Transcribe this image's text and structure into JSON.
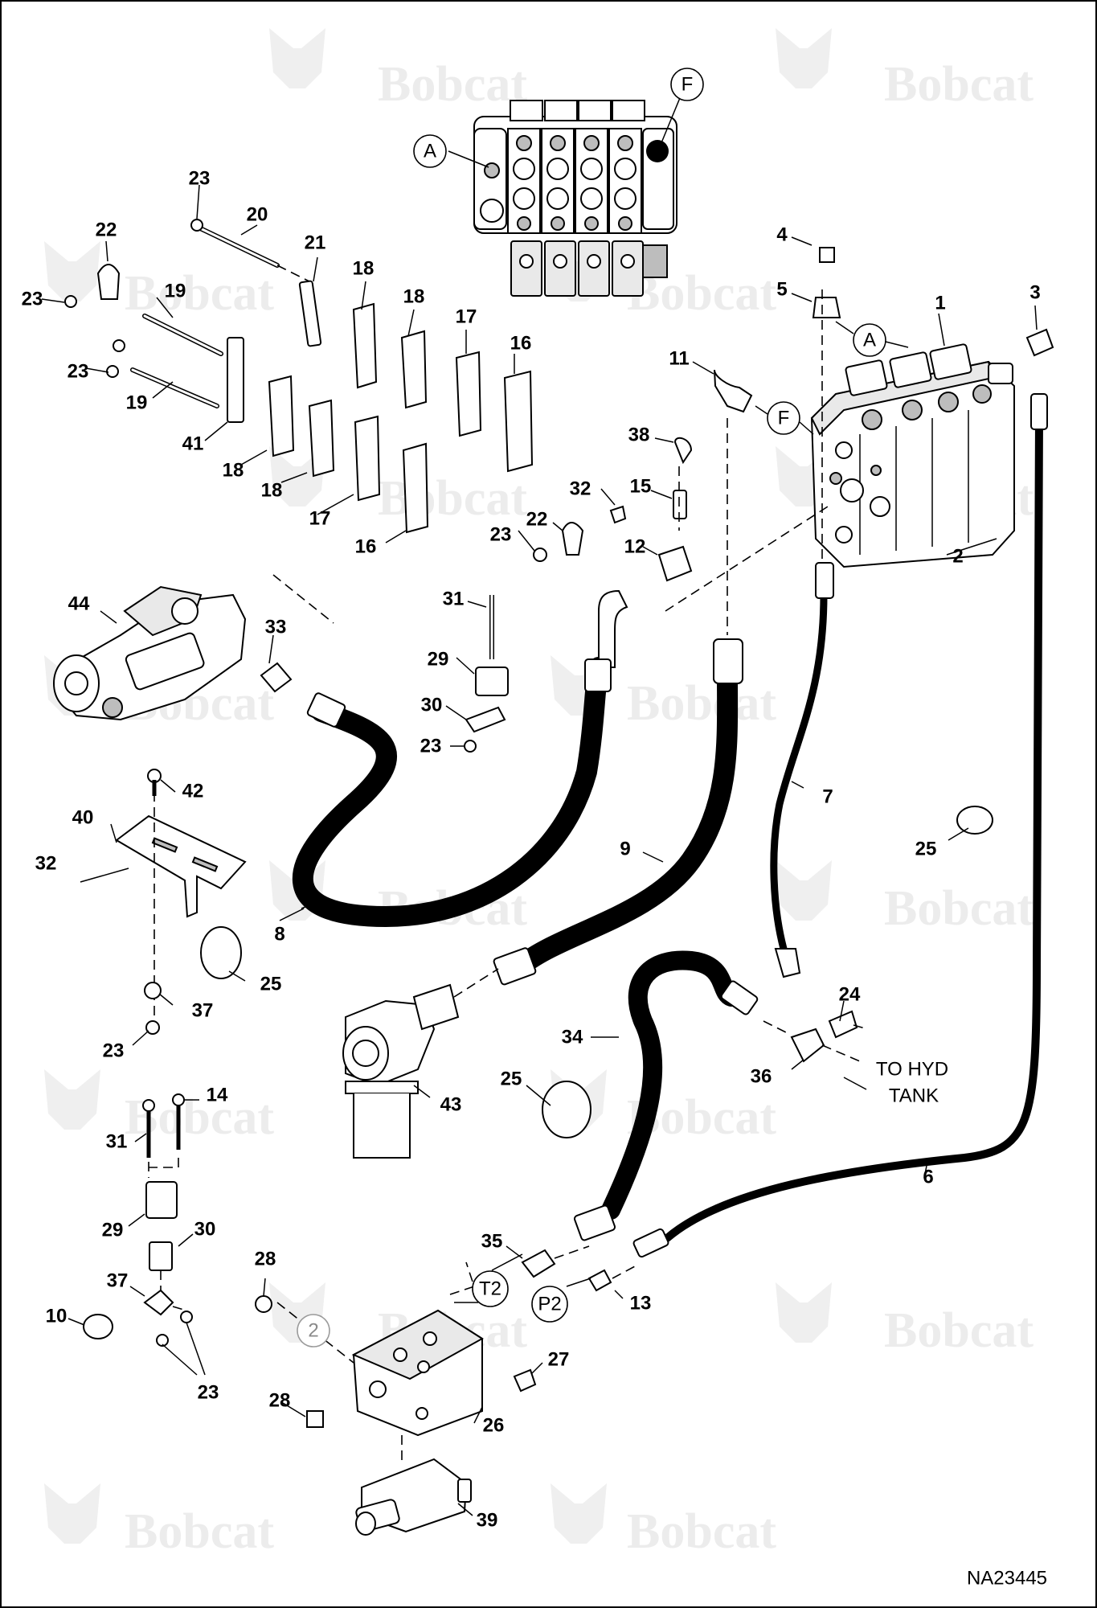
{
  "diagram_id": "NA23445",
  "tank_note": [
    "TO HYD",
    "TANK"
  ],
  "watermark_text": "Bobcat",
  "circle_labels": [
    "A",
    "F",
    "A",
    "F",
    "T2",
    "P2",
    "2"
  ],
  "part_numbers": {
    "p1": "1",
    "p2": "2",
    "p3": "3",
    "p4": "4",
    "p5": "5",
    "p6": "6",
    "p7": "7",
    "p8": "8",
    "p9": "9",
    "p10": "10",
    "p11": "11",
    "p12": "12",
    "p13": "13",
    "p14": "14",
    "p15": "15",
    "p16a": "16",
    "p16b": "16",
    "p17a": "17",
    "p17b": "17",
    "p18a": "18",
    "p18b": "18",
    "p18c": "18",
    "p18d": "18",
    "p19a": "19",
    "p19b": "19",
    "p20": "20",
    "p21": "21",
    "p22a": "22",
    "p22b": "22",
    "p23a": "23",
    "p23b": "23",
    "p23c": "23",
    "p23d": "23",
    "p23e": "23",
    "p23f": "23",
    "p23g": "23",
    "p24": "24",
    "p25a": "25",
    "p25b": "25",
    "p25c": "25",
    "p26": "26",
    "p27": "27",
    "p28a": "28",
    "p28b": "28",
    "p29a": "29",
    "p29b": "29",
    "p30a": "30",
    "p30b": "30",
    "p31a": "31",
    "p31b": "31",
    "p32a": "32",
    "p32b": "32",
    "p33": "33",
    "p34": "34",
    "p35": "35",
    "p36": "36",
    "p37a": "37",
    "p37b": "37",
    "p38": "38",
    "p39": "39",
    "p40": "40",
    "p41": "41",
    "p42": "42",
    "p43": "43",
    "p44": "44"
  }
}
